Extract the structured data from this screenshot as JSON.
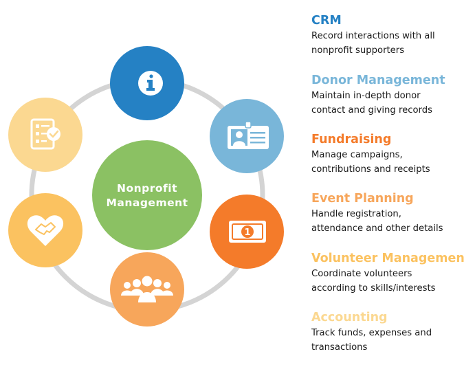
{
  "center": {
    "line1": "Nonprofit",
    "line2": "Management"
  },
  "colors": {
    "ring": "#d4d4d4",
    "center": "#8bc163",
    "crm": "#2581c4",
    "donor": "#79b6d9",
    "fundraising": "#f47b2a",
    "event": "#f7a65b",
    "volunteer": "#fbc260",
    "accounting": "#fbd891"
  },
  "nodes": [
    {
      "id": "crm",
      "icon": "info-icon"
    },
    {
      "id": "donor",
      "icon": "id-card-icon"
    },
    {
      "id": "fundraising",
      "icon": "money-bill-icon"
    },
    {
      "id": "event",
      "icon": "people-group-icon"
    },
    {
      "id": "volunteer",
      "icon": "handshake-heart-icon"
    },
    {
      "id": "accounting",
      "icon": "checklist-icon"
    }
  ],
  "features": [
    {
      "title": "CRM",
      "desc1": "Record interactions with all",
      "desc2": "nonprofit supporters"
    },
    {
      "title": "Donor Management",
      "desc1": "Maintain in-depth donor",
      "desc2": "contact and giving records"
    },
    {
      "title": "Fundraising",
      "desc1": "Manage campaigns,",
      "desc2": "contributions and receipts"
    },
    {
      "title": "Event Planning",
      "desc1": "Handle registration,",
      "desc2": "attendance and other details"
    },
    {
      "title": "Volunteer Management",
      "desc1": "Coordinate volunteers",
      "desc2": "according to skills/interests"
    },
    {
      "title": "Accounting",
      "desc1": "Track funds, expenses and",
      "desc2": "transactions"
    }
  ]
}
